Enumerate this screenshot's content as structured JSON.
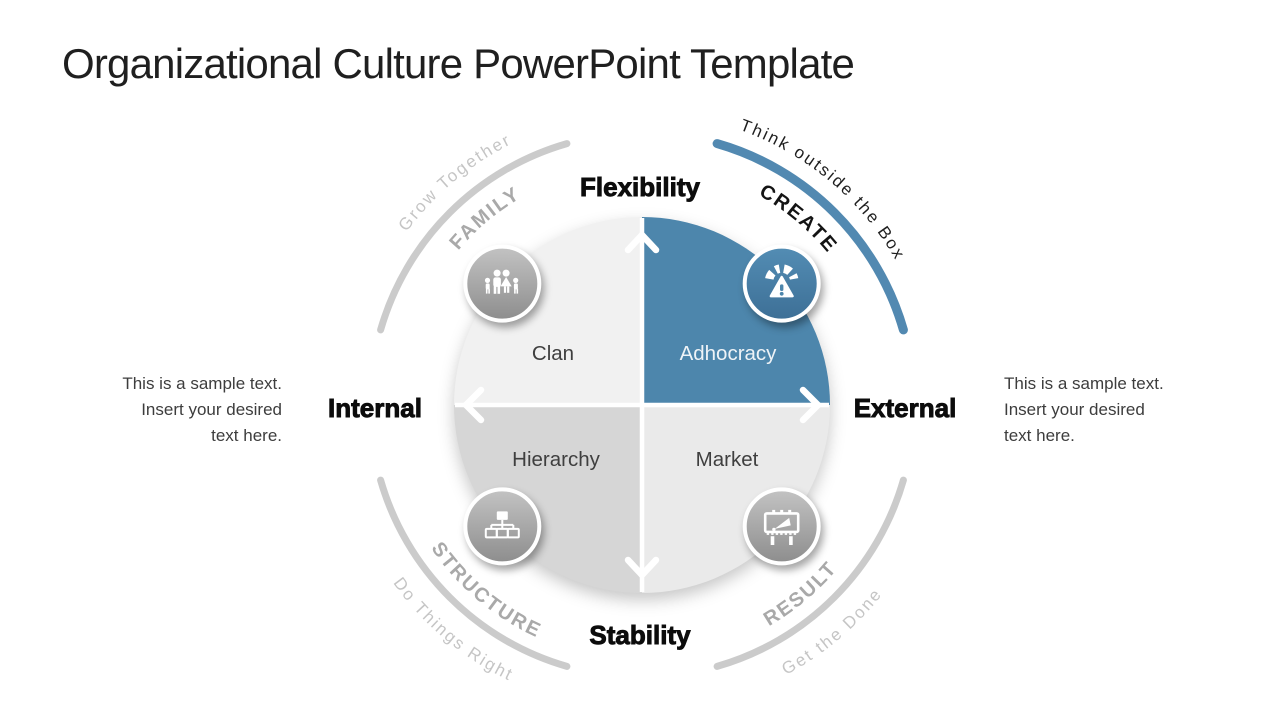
{
  "slide": {
    "title": "Organizational Culture PowerPoint Template"
  },
  "colors": {
    "accent_blue": "#4d86ac",
    "arc_blue": "#5289b1",
    "arc_gray": "#cbcbcb",
    "quadrant_clan": "#f1f1f1",
    "quadrant_hierarchy": "#d6d6d6",
    "quadrant_market": "#eaeaea",
    "icon_gray_top": "#c3c3c3",
    "icon_gray_bottom": "#8d8d8d"
  },
  "diagram": {
    "axes": {
      "top": "Flexibility",
      "bottom": "Stability",
      "left": "Internal",
      "right": "External"
    },
    "quadrants": [
      {
        "label": "Clan",
        "category": "FAMILY",
        "slogan": "Grow Together",
        "icon": "family-icon",
        "highlighted": false
      },
      {
        "label": "Adhocracy",
        "category": "CREATE",
        "slogan": "Think outside the Box",
        "icon": "gauge-warning-icon",
        "highlighted": true
      },
      {
        "label": "Hierarchy",
        "category": "STRUCTURE",
        "slogan": "Do Things Right",
        "icon": "org-chart-icon",
        "highlighted": false
      },
      {
        "label": "Market",
        "category": "RESULT",
        "slogan": "Get the Done",
        "icon": "billboard-icon",
        "highlighted": false
      }
    ]
  },
  "side_notes": {
    "left": {
      "lines": [
        "This is a sample text.",
        "Insert your desired",
        "text here."
      ]
    },
    "right": {
      "lines": [
        "This is a sample text.",
        "Insert your desired",
        "text here."
      ]
    }
  }
}
